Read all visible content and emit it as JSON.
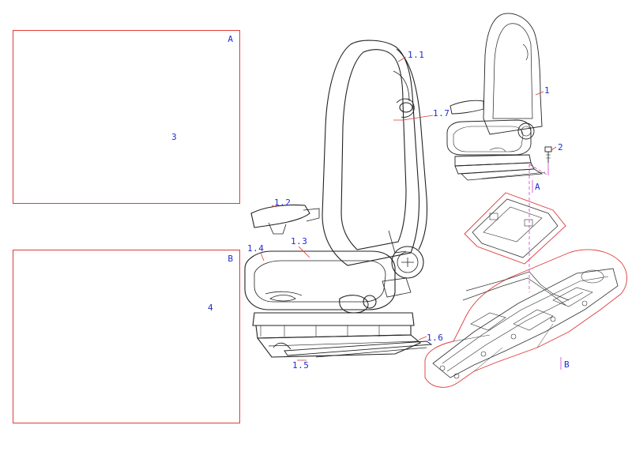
{
  "detail_views": [
    {
      "id": "A",
      "callout": "3"
    },
    {
      "id": "B",
      "callout": "4"
    }
  ],
  "main_callouts": [
    "1.1",
    "1.7",
    "1.2",
    "1.3",
    "1.4",
    "1.5",
    "1.6"
  ],
  "small_seat_callouts": [
    "1",
    "2"
  ],
  "section_markers": [
    "A",
    "B"
  ],
  "colors": {
    "frame": "#e03a3a",
    "label": "#1c2ccf",
    "wire": "#44d8d8",
    "linework": "#222222",
    "leader": "#d23cd2"
  }
}
